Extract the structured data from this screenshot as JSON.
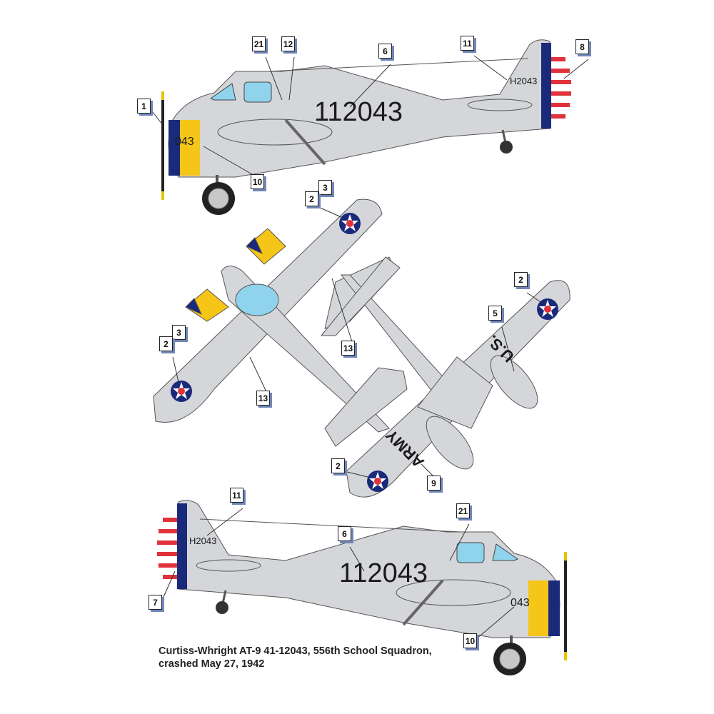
{
  "caption": {
    "line1": "Curtiss-Whright AT-9 41-12043, 556th School Squadron,",
    "line2": "crashed May 27, 1942"
  },
  "markings": {
    "serial_large": "112043",
    "serial_tail": "H2043",
    "nose_number": "043",
    "army": "ARMY",
    "us": "U.S."
  },
  "callouts": {
    "top": [
      "1",
      "21",
      "12",
      "6",
      "11",
      "8",
      "10"
    ],
    "middle": [
      "3",
      "2",
      "3",
      "2",
      "13",
      "13",
      "2",
      "5",
      "2",
      "9"
    ],
    "bottom": [
      "11",
      "21",
      "6",
      "7",
      "10"
    ]
  },
  "colors": {
    "airframe": "#d4d6d9",
    "blue": "#1a2a7a",
    "yellow": "#f5c518",
    "red": "#e0323a",
    "glass": "#8fd3ec"
  }
}
